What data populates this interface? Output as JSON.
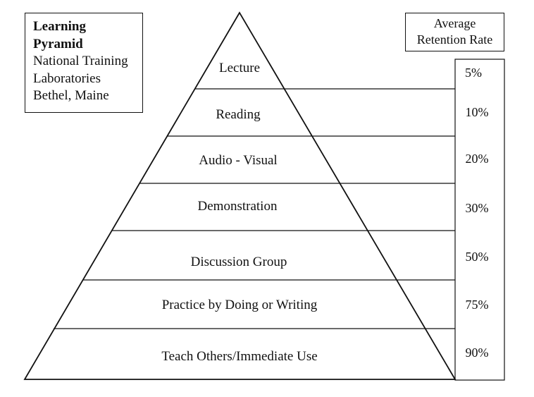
{
  "source": {
    "title_lines": [
      "Learning",
      "Pyramid"
    ],
    "detail_lines": [
      "National Training",
      "Laboratories",
      "Bethel, Maine"
    ]
  },
  "header": {
    "lines": [
      "Average",
      "Retention Rate"
    ]
  },
  "levels": [
    {
      "label": "Lecture",
      "rate": "5%"
    },
    {
      "label": "Reading",
      "rate": "10%"
    },
    {
      "label": "Audio - Visual",
      "rate": "20%"
    },
    {
      "label": "Demonstration",
      "rate": "30%"
    },
    {
      "label": "Discussion Group",
      "rate": "50%"
    },
    {
      "label": "Practice by Doing or Writing",
      "rate": "75%"
    },
    {
      "label": "Teach Others/Immediate Use",
      "rate": "90%"
    }
  ]
}
